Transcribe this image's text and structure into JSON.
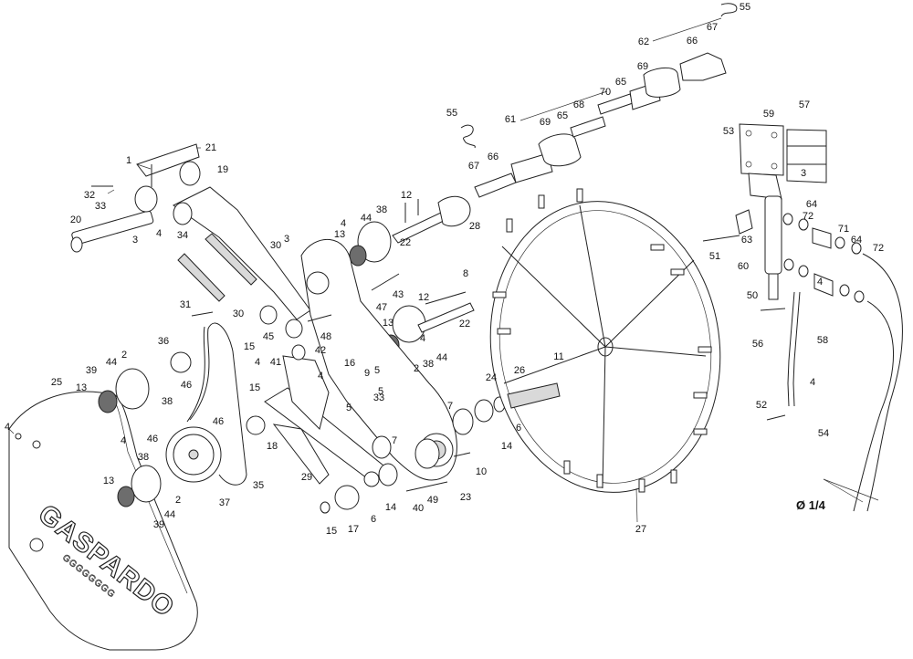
{
  "diagram": {
    "brand_text": "GASPARDO",
    "brand_subtext": "GGGGGGGG",
    "diameter_label": "Ø 1/4",
    "callouts": [
      "1",
      "2",
      "3",
      "4",
      "5",
      "6",
      "7",
      "8",
      "9",
      "10",
      "11",
      "12",
      "13",
      "14",
      "15",
      "16",
      "17",
      "18",
      "19",
      "20",
      "21",
      "22",
      "23",
      "24",
      "25",
      "26",
      "27",
      "28",
      "29",
      "30",
      "31",
      "32",
      "33",
      "34",
      "35",
      "36",
      "37",
      "38",
      "39",
      "40",
      "41",
      "42",
      "43",
      "44",
      "45",
      "46",
      "47",
      "48",
      "49",
      "50",
      "51",
      "52",
      "53",
      "54",
      "55",
      "56",
      "57",
      "58",
      "59",
      "60",
      "61",
      "62",
      "63",
      "64",
      "65",
      "66",
      "67",
      "68",
      "69",
      "70",
      "71",
      "72"
    ]
  }
}
